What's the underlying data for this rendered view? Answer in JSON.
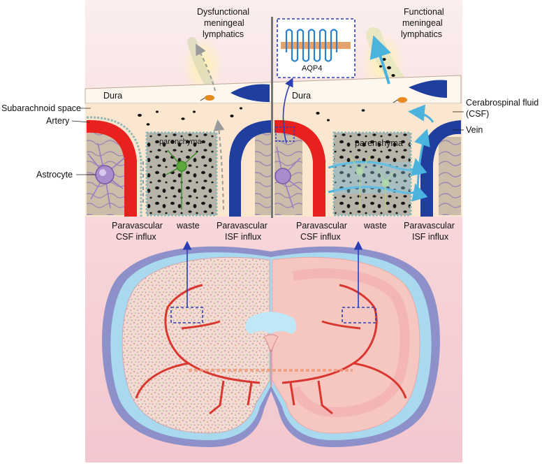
{
  "labels": {
    "dysfunctional_line1": "Dysfunctional",
    "dysfunctional_line2": "meningeal",
    "dysfunctional_line3": "lymphatics",
    "functional_line1": "Functional",
    "functional_line2": "meningeal",
    "functional_line3": "lymphatics",
    "aqp4": "AQP4",
    "dura_left": "Dura",
    "dura_right": "Dura",
    "subarachnoid": "Subarachnoid space",
    "artery": "Artery",
    "astrocyte": "Astrocyte",
    "parenchyma_left": "parenchyma",
    "parenchyma_right": "parenchyma",
    "csf_line1": "Cerabrospinal fluid",
    "csf_line2": "(CSF)",
    "vein": "Vein",
    "left_csf_influx_1": "Paravascular",
    "left_csf_influx_2": "CSF influx",
    "left_waste": "waste",
    "left_isf_influx_1": "Paravascular",
    "left_isf_influx_2": "ISF influx",
    "right_csf_influx_1": "Paravascular",
    "right_csf_influx_2": "CSF influx",
    "right_waste": "waste",
    "right_isf_influx_1": "Paravascular",
    "right_isf_influx_2": "ISF influx"
  },
  "colors": {
    "artery": "#e8211e",
    "vein": "#1f3e9e",
    "csf_blue": "#5ec1e6",
    "astrocyte": "#a98ccb",
    "brain_pink": "#f6c6c0",
    "skull_purple": "#8e90c9",
    "callout_blue": "#2b3fb3"
  },
  "icons": [
    "aqp4-channel-icon",
    "astrocyte-icon",
    "neuron-icon",
    "lymph-node-icon"
  ]
}
